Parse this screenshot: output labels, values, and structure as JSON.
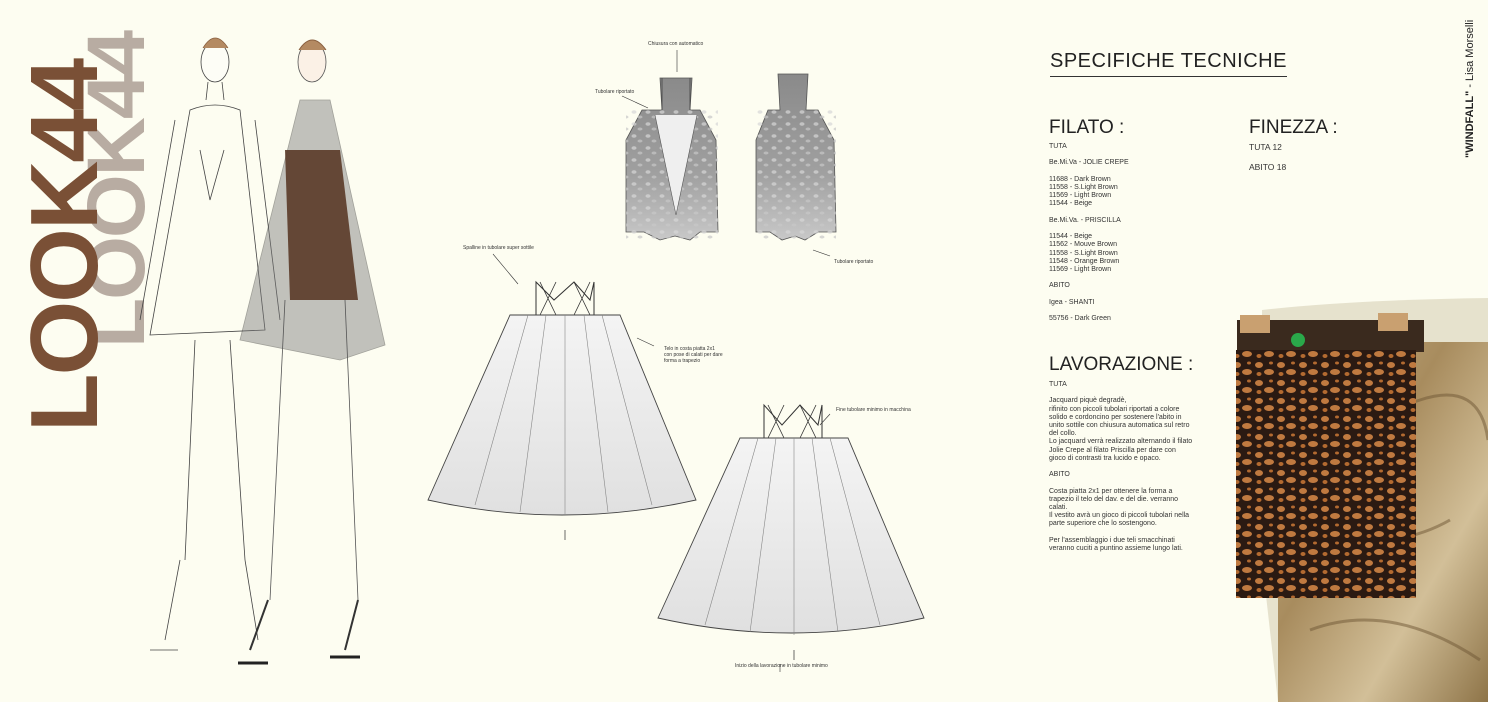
{
  "look": {
    "label": "LOOK44",
    "shadow_label": "LOOK44"
  },
  "side_title": {
    "name": "\"WINDFALL\"",
    "separator": " - ",
    "author": "Lisa Morselli"
  },
  "specs": {
    "title": "SPECIFICHE TECNICHE",
    "filato": {
      "heading": "FILATO :",
      "lines": "TUTA\n\nBe.Mi.Va - JOLIE CREPE\n\n11688 - Dark Brown\n11558 - S.Light Brown\n11569 - Light Brown\n11544 - Beige\n\nBe.Mi.Va. - PRISCILLA\n\n11544 - Beige\n11562 - Mouve Brown\n11558 - S.Light Brown\n11548 - Orange Brown\n11569 - Light Brown\n\nABITO\n\nIgea - SHANTI\n\n55756 - Dark Green"
    },
    "finezza": {
      "heading": "FINEZZA :",
      "tuta": "TUTA 12",
      "abito": "ABITO 18"
    },
    "lavorazione": {
      "heading": "LAVORAZIONE :",
      "lines": "TUTA\n\nJacquard piquè degradè,\nrifinito con piccoli tubolari riportati a colore\nsolido e cordoncino per sostenere l'abito in\nunito sottile con chiusura automatica sul retro\ndel collo.\nLo jacquard verrà realizzato alternando il filato\nJolie Crepe al filato Priscilla per dare con\ngioco di contrasti tra lucido e opaco.\n\nABITO\n\nCosta piatta 2x1 per ottenere la forma a\ntrapezio il telo del dav. e del die. verranno\ncalati.\nIl vestito avrà un gioco di piccoli tubolari nella\nparte superiore che lo sostengono.\n\nPer l'assemblaggio i due teli smacchinati\nveranno cuciti a puntino assieme lungo lati."
    }
  },
  "annotations": {
    "chiusura": "Chiusura con automatico",
    "tubolare_left": "Tubolare riportato",
    "tubolare_right": "Tubolare riportato",
    "spalline": "Spalline in tubolare super sottile",
    "telo": "Telo in costa piatta 2x1\ncon pose di calati per dare\nforma a trapezio",
    "fine": "Fine tubolare minimo in macchina",
    "inizio": "Inizio della lavorazione in tubolare minimo"
  },
  "colors": {
    "background": "#fdfdf1",
    "look_main": "#7a5036",
    "look_shadow": "#b8aca2",
    "swatch_dark": "#2b1a12",
    "swatch_orange": "#c07a40",
    "marble": "#b49a6e"
  }
}
